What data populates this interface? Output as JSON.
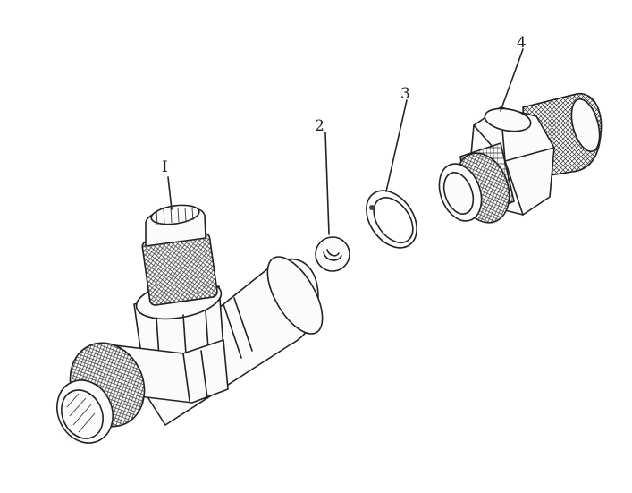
{
  "callouts": [
    {
      "id": "part-1",
      "label": "I"
    },
    {
      "id": "part-2",
      "label": "2"
    },
    {
      "id": "part-3",
      "label": "3"
    },
    {
      "id": "part-4",
      "label": "4"
    }
  ]
}
